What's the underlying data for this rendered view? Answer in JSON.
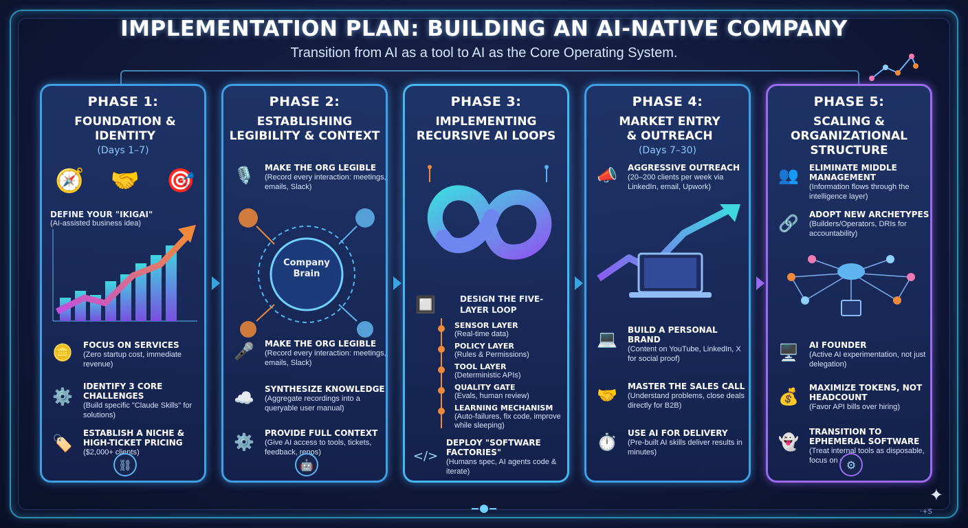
{
  "title": "IMPLEMENTATION PLAN: BUILDING AN AI-NATIVE COMPANY",
  "subtitle": "Transition from AI as a tool to AI as the Core Operating System.",
  "footer_mark": "·+S",
  "phases": [
    {
      "label": "PHASE 1:",
      "name": "FOUNDATION & IDENTITY",
      "days": "(Days 1–7)",
      "top_block": {
        "title": "DEFINE YOUR \"IKIGAI\"",
        "desc": "(AI-assisted business idea)"
      },
      "items": [
        {
          "title": "FOCUS ON SERVICES",
          "desc": "(Zero startup cost, immediate revenue)"
        },
        {
          "title": "IDENTIFY 3 CORE CHALLENGES",
          "desc": "(Build specific \"Claude Skills\" for solutions)"
        },
        {
          "title": "ESTABLISH A NICHE & HIGH-TICKET PRICING",
          "desc": "($2,000+ clients)"
        }
      ]
    },
    {
      "label": "PHASE 2:",
      "name": "ESTABLISHING LEGIBILITY & CONTEXT",
      "days": "",
      "hub_label": "Company Brain",
      "items": [
        {
          "title": "MAKE THE ORG LEGIBLE",
          "desc": "(Record every interaction: meetings, emails, Slack)"
        },
        {
          "title": "MAKE THE ORG LEGIBLE",
          "desc": "(Record every interaction: meetings, emails, Slack)"
        },
        {
          "title": "SYNTHESIZE KNOWLEDGE",
          "desc": "(Aggregate recordings into a queryable user manual)"
        },
        {
          "title": "PROVIDE FULL CONTEXT",
          "desc": "(Give AI access to tools, tickets, feedback, repos)"
        }
      ]
    },
    {
      "label": "PHASE 3:",
      "name": "IMPLEMENTING RECURSIVE AI LOOPS",
      "days": "",
      "design_title": "DESIGN THE FIVE-LAYER LOOP",
      "layers": [
        {
          "title": "SENSOR LAYER",
          "desc": "(Real-time data)"
        },
        {
          "title": "POLICY LAYER",
          "desc": "(Rules & Permissions)"
        },
        {
          "title": "TOOL LAYER",
          "desc": "(Deterministic APIs)"
        },
        {
          "title": "QUALITY GATE",
          "desc": "(Evals, human review)"
        },
        {
          "title": "LEARNING MECHANISM",
          "desc": "(Auto-failures, fix code, improve while sleeping)"
        }
      ],
      "deploy": {
        "title": "DEPLOY \"SOFTWARE FACTORIES\"",
        "desc": "(Humans spec, AI agents code & iterate)"
      }
    },
    {
      "label": "PHASE 4:",
      "name": "MARKET ENTRY & OUTREACH",
      "days": "(Days 7–30)",
      "items": [
        {
          "title": "AGGRESSIVE OUTREACH",
          "desc": "(20–200 clients per week via LinkedIn, email, Upwork)"
        },
        {
          "title": "BUILD A PERSONAL BRAND",
          "desc": "(Content on YouTube, LinkedIn, X for social proof)"
        },
        {
          "title": "MASTER THE SALES CALL",
          "desc": "(Understand problems, close deals directly for B2B)"
        },
        {
          "title": "USE AI FOR DELIVERY",
          "desc": "(Pre-built AI skills deliver results in minutes)"
        }
      ]
    },
    {
      "label": "PHASE 5:",
      "name": "SCALING & ORGANIZATIONAL STRUCTURE",
      "days": "",
      "items": [
        {
          "title": "ELIMINATE MIDDLE MANAGEMENT",
          "desc": "(Information flows through the intelligence layer)"
        },
        {
          "title": "ADOPT NEW ARCHETYPES",
          "desc": "(Builders/Operators, DRIs for accountability)"
        },
        {
          "title": "AI FOUNDER",
          "desc": "(Active AI experimentation, not just delegation)"
        },
        {
          "title": "MAXIMIZE TOKENS, NOT HEADCOUNT",
          "desc": "(Favor API bills over hiring)"
        },
        {
          "title": "TRANSITION TO EPHEMERAL SOFTWARE",
          "desc": "(Treat internal tools as disposable, focus on data)"
        }
      ]
    }
  ]
}
